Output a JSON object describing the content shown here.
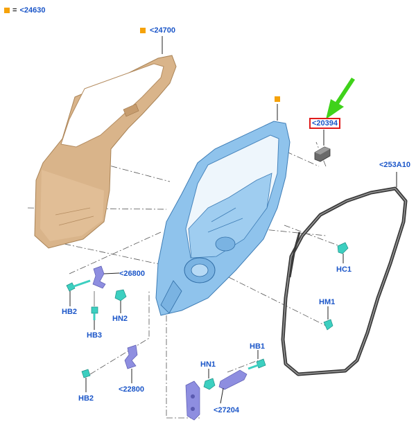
{
  "legend": {
    "equals": "=",
    "code": "<24630"
  },
  "callouts": {
    "outer_panel": "<24700",
    "inner_panel_marker": "",
    "highlight": "<20394",
    "weatherstrip": "<253A10",
    "hinge_upper": "<26800",
    "hinge_lower": "<22800",
    "check_arm": "<27204"
  },
  "fasteners": {
    "hb2_upper": "HB2",
    "hb3": "HB3",
    "hn2": "HN2",
    "hb2_lower": "HB2",
    "hn1": "HN1",
    "hb1": "HB1",
    "hc1": "HC1",
    "hm1": "HM1"
  },
  "colors": {
    "label": "#1a55c8",
    "marker": "#f5a20a",
    "highlight_box": "#e01b1b",
    "pointer_arrow": "#3fd21a",
    "outer_panel": "#d9b48a",
    "inner_panel": "#8fc3ec",
    "weatherstrip": "#3a3a3a",
    "fastener": "#3ccfc0",
    "hinge": "#8e8ee0"
  }
}
